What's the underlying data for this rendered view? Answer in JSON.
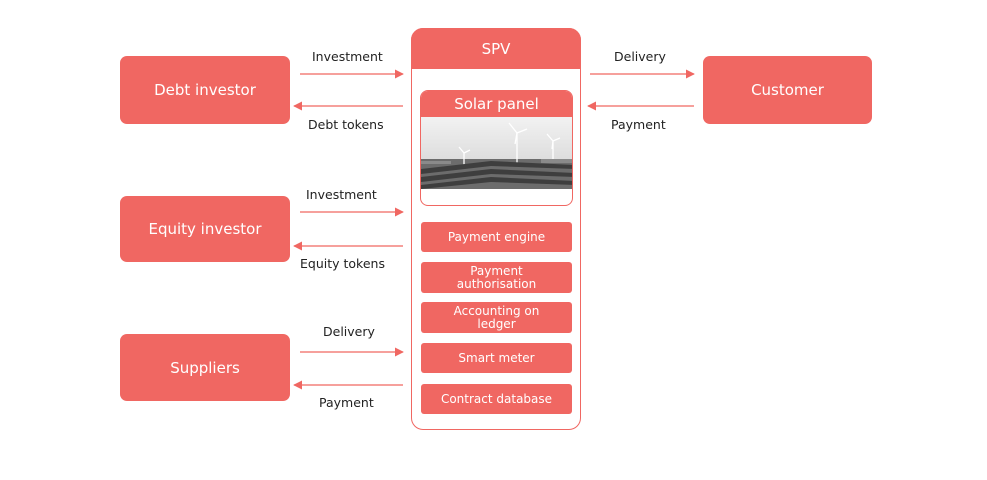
{
  "spv": {
    "title": "SPV",
    "solar_panel": "Solar panel",
    "components": [
      "Payment engine",
      "Payment authorisation",
      "Accounting on ledger",
      "Smart meter",
      "Contract database"
    ]
  },
  "left": {
    "debt_investor": "Debt investor",
    "equity_investor": "Equity investor",
    "suppliers": "Suppliers",
    "debt_in": "Investment",
    "debt_out": "Debt tokens",
    "equity_in": "Investment",
    "equity_out": "Equity tokens",
    "suppliers_in": "Delivery",
    "suppliers_out": "Payment"
  },
  "right": {
    "customer": "Customer",
    "out": "Delivery",
    "in": "Payment"
  },
  "colors": {
    "accent": "#f06762"
  }
}
